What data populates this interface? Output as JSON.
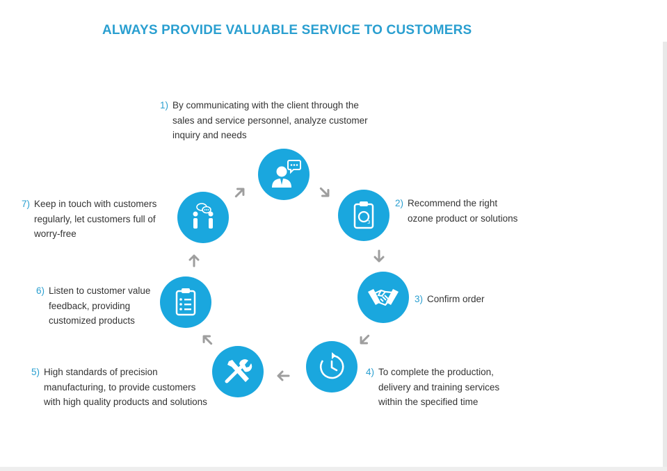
{
  "title": "ALWAYS PROVIDE VALUABLE SERVICE TO CUSTOMERS",
  "steps": [
    {
      "num": "1)",
      "text": "By communicating with the client through the\nsales and service personnel, analyze customer\ninquiry and needs",
      "icon": "consultant-icon"
    },
    {
      "num": "2)",
      "text": "Recommend the right\nozone product or solutions",
      "icon": "clipboard-ozone-icon"
    },
    {
      "num": "3)",
      "text": "Confirm order",
      "icon": "handshake-icon"
    },
    {
      "num": "4)",
      "text": "To complete the production,\ndelivery and training services\nwithin the specified time",
      "icon": "clock-icon"
    },
    {
      "num": "5)",
      "text": "High standards of precision\nmanufacturing, to provide customers\nwith high quality products and solutions",
      "icon": "tools-icon"
    },
    {
      "num": "6)",
      "text": "Listen to customer value\nfeedback, providing\ncustomized products",
      "icon": "checklist-icon"
    },
    {
      "num": "7)",
      "text": "Keep in touch with customers\nregularly, let customers full of\nworry-free",
      "icon": "conversation-icon"
    }
  ],
  "colors": {
    "accent": "#1aa7de",
    "title": "#2a9fd0",
    "arrow": "#9e9e9e",
    "text": "#333333"
  }
}
